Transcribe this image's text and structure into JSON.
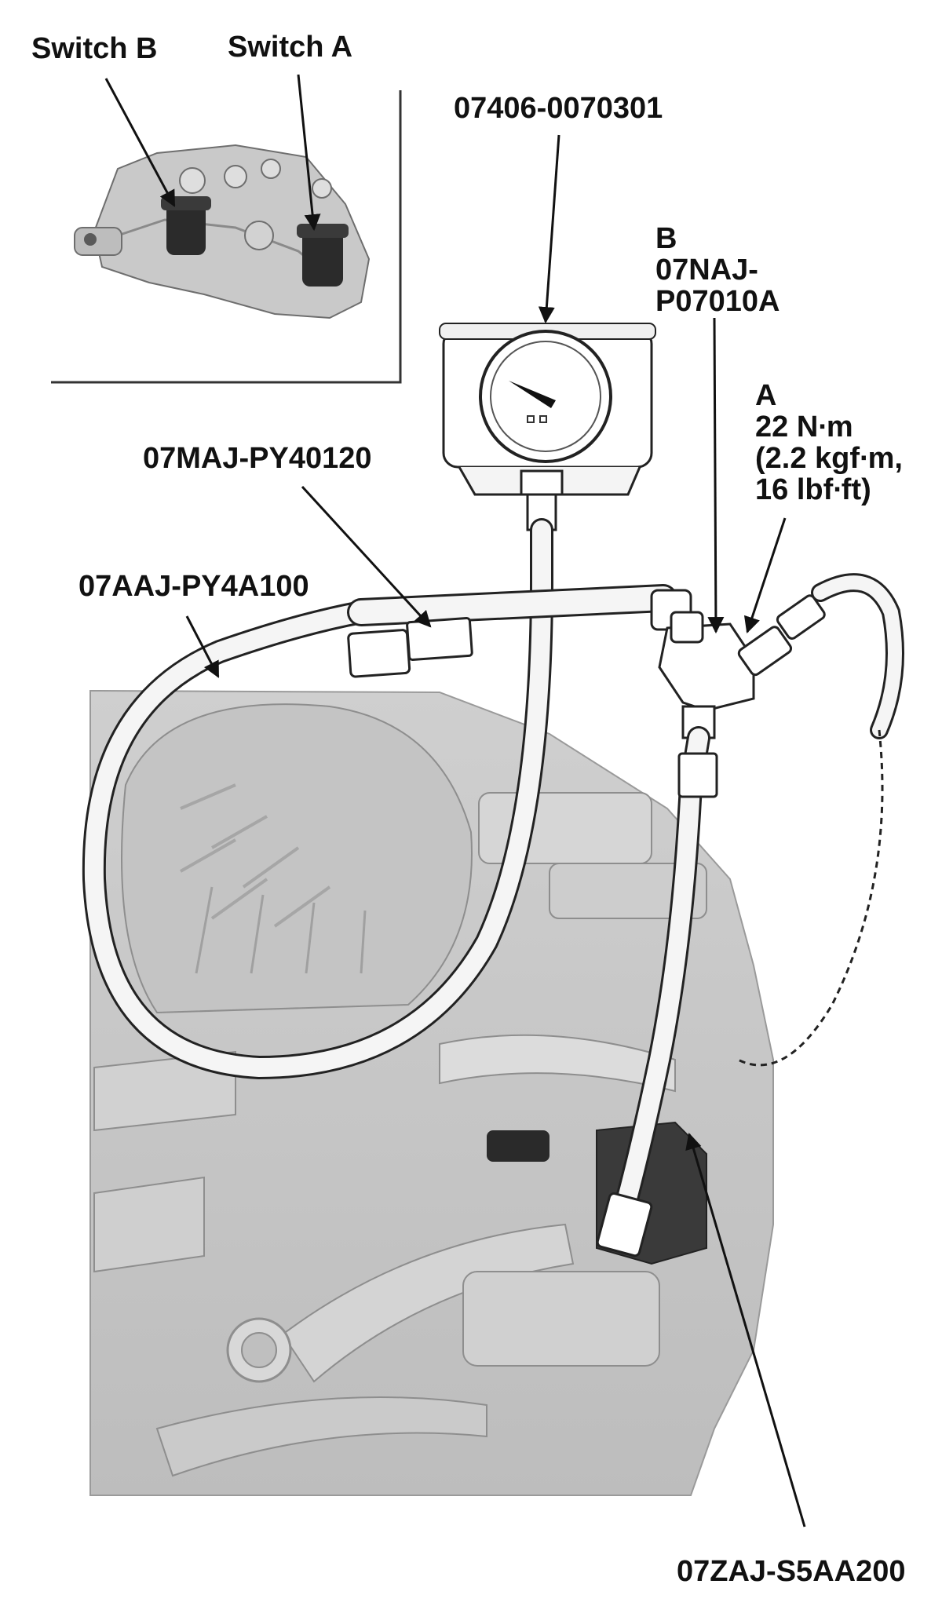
{
  "labels": {
    "switch_b": "Switch B",
    "switch_a": "Switch A",
    "gauge_part": "07406-0070301",
    "joint_b_letter": "B",
    "joint_b_part_1": "07NAJ-",
    "joint_b_part_2": "P07010A",
    "bolt_a_letter": "A",
    "torque_line_1": "22 N∙m",
    "torque_line_2": "(2.2 kgf∙m,",
    "torque_line_3": "16 lbf∙ft)",
    "adapter_hose_part": "07MAJ-PY40120",
    "hose_part": "07AAJ-PY4A100",
    "lower_hose_part": "07ZAJ-S5AA200"
  },
  "colors": {
    "ink": "#111111",
    "engine_light": "#d9d9d9",
    "engine_mid": "#b8b8b8",
    "engine_dark": "#7a7a7a",
    "hose_fill": "#f2f2f2"
  }
}
